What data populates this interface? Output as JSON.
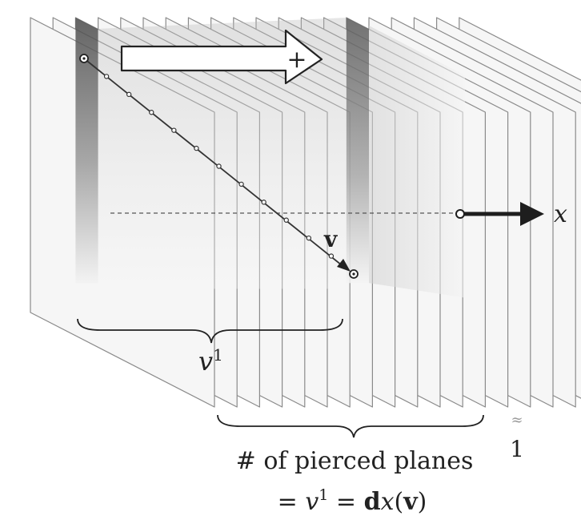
{
  "labels": {
    "direction_sign": "+",
    "vector_label": "v",
    "coordinate_label": "x",
    "component_label": "v",
    "component_superscript": "1",
    "spacing_label": "1",
    "spacing_symbol": "≈",
    "caption_line1": "# of pierced planes",
    "caption_eq_prefix": "= v",
    "caption_eq_super": "1",
    "caption_eq_mid": " = ",
    "caption_eq_d": "d",
    "caption_eq_x": "x",
    "caption_eq_paren_open": "(",
    "caption_eq_v": "v",
    "caption_eq_paren_close": ")"
  },
  "scene": {
    "plane_count": 20,
    "highlighted_planes": [
      2,
      14
    ],
    "pierced_planes_between_endpoints": 12,
    "vector_tick_count": 12
  },
  "colors": {
    "plane_fill": "#f6f6f6",
    "plane_stroke": "#8a8a8a",
    "shade_dark": "#555555",
    "arrow_stroke": "#222222",
    "text": "#222222"
  }
}
